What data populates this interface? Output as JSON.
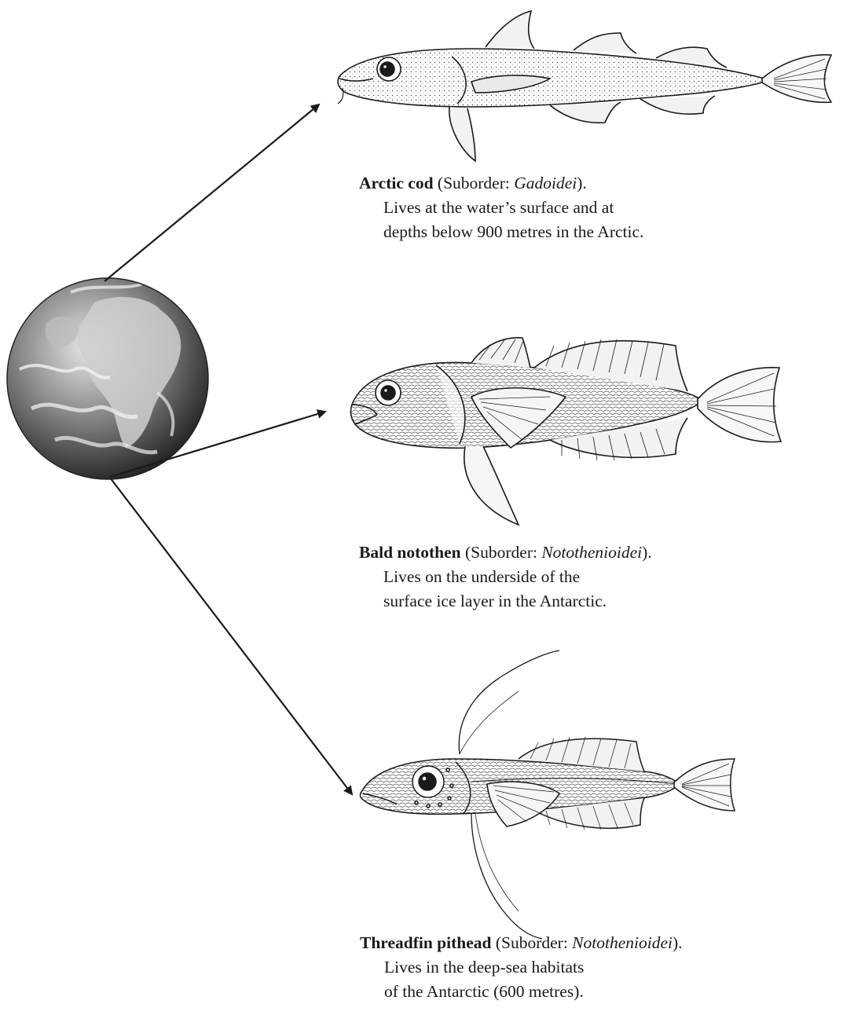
{
  "species": [
    {
      "id": "arctic",
      "name": "Arctic cod",
      "suborder_prefix": " (Suborder: ",
      "suborder": "Gadoidei",
      "suborder_suffix": ").",
      "line2": "Lives at the water’s surface and at",
      "line3": "depths below 900 metres in the Arctic."
    },
    {
      "id": "bald",
      "name": "Bald notothen",
      "suborder_prefix": " (Suborder: ",
      "suborder": "Notothenioidei",
      "suborder_suffix": ").",
      "line2": "Lives on the underside of the",
      "line3": "surface ice layer in the Antarctic."
    },
    {
      "id": "thread",
      "name": "Threadfin pithead",
      "suborder_prefix": " (Suborder: ",
      "suborder": "Notothenioidei",
      "suborder_suffix": ").",
      "line2": "Lives in the deep-sea habitats",
      "line3": "of the Antarctic (600 metres)."
    }
  ],
  "colors": {
    "ink": "#1a1a1a",
    "globe_dark": "#2b2b2b",
    "globe_light": "#d9d9d9"
  },
  "icons": [
    "globe-illustration",
    "fish-illustration",
    "arrow-icon"
  ]
}
